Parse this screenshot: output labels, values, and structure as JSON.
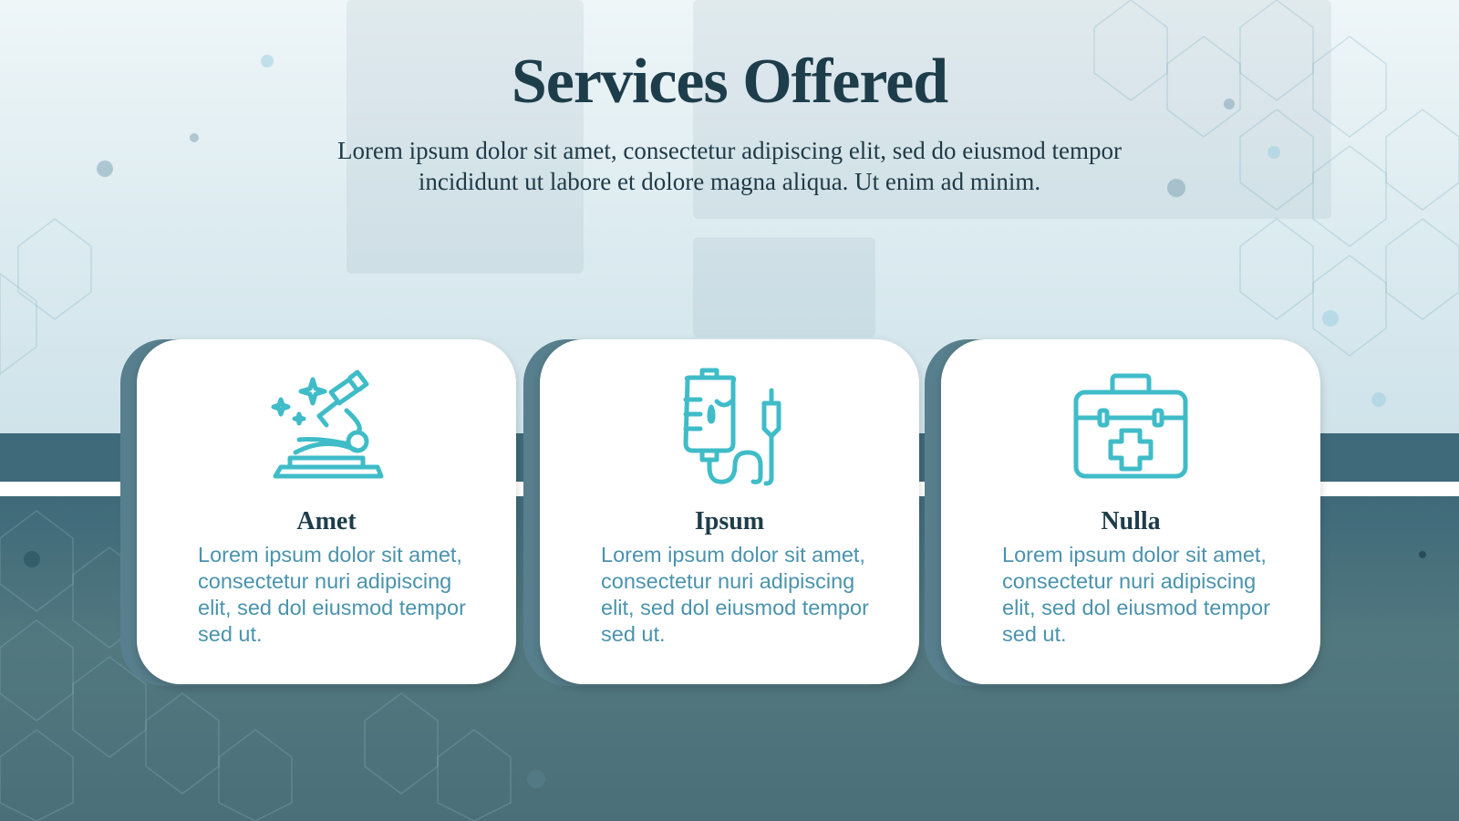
{
  "slide": {
    "title": "Services Offered",
    "subtitle": "Lorem ipsum dolor sit amet, consectetur adipiscing elit, sed do eiusmod tempor incididunt ut labore et dolore magna aliqua. Ut enim ad minim."
  },
  "cards": [
    {
      "icon": "microscope-icon",
      "title": "Amet",
      "body": "Lorem ipsum dolor sit amet, consectetur nuri adipiscing elit, sed dol eiusmod tempor sed ut."
    },
    {
      "icon": "iv-drip-icon",
      "title": "Ipsum",
      "body": "Lorem ipsum dolor sit amet, consectetur nuri adipiscing elit, sed dol eiusmod tempor sed ut."
    },
    {
      "icon": "first-aid-kit-icon",
      "title": "Nulla",
      "body": "Lorem ipsum dolor sit amet, consectetur nuri adipiscing elit, sed dol eiusmod tempor sed ut."
    }
  ],
  "colors": {
    "title": "#1e3d4a",
    "icon": "#3fbcc8",
    "body_text": "#4a93ad",
    "band_dark": "#3f6a7a"
  }
}
